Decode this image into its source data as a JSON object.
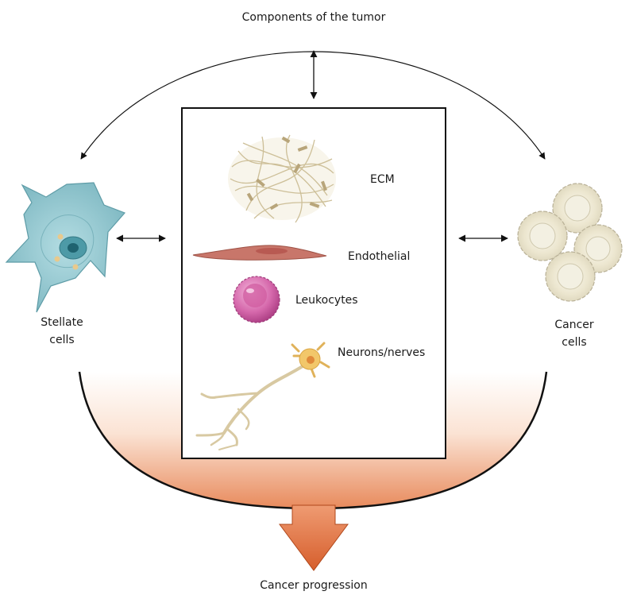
{
  "title": "Components of the tumor",
  "left_cells": {
    "line1": "Stellate",
    "line2": "cells"
  },
  "right_cells": {
    "line1": "Cancer",
    "line2": "cells"
  },
  "components": {
    "ecm": "ECM",
    "endothelial": "Endothelial",
    "leukocytes": "Leukocytes",
    "neurons": "Neurons/nerves"
  },
  "outcome": "Cancer progression",
  "colors": {
    "stellate": "#8ec3cc",
    "cancer": "#ece8da",
    "endothelial": "#c8766a",
    "leukocyte": "#c44a90",
    "neuron": "#d8c9a2",
    "progression": "#e07848"
  }
}
